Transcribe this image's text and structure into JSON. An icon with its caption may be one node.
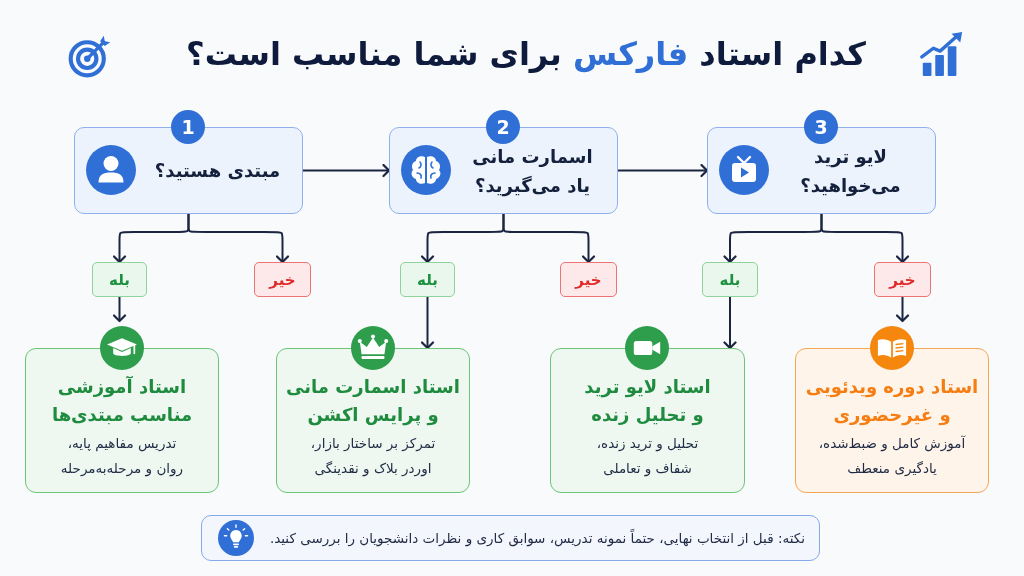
{
  "diagram": {
    "title": "کدام استاد **فارکس** برای شما مناسب است؟",
    "nodes": [
      {
        "text": [
          "1",
          "مبتدی هستید؟"
        ]
      },
      {
        "text": [
          "2",
          "اسمارت مانی یاد می‌گیرید؟"
        ]
      },
      {
        "text": [
          "3",
          "لایو ترید می‌خواهید؟"
        ]
      },
      {
        "text": [
          "بله"
        ]
      },
      {
        "text": [
          "خیر"
        ]
      },
      {
        "text": [
          "بله"
        ]
      },
      {
        "text": [
          "خیر"
        ]
      },
      {
        "text": [
          "بله"
        ]
      },
      {
        "text": [
          "خیر"
        ]
      },
      {
        "text": [
          "استاد آموزشی مناسب مبتدی‌ها",
          "تدریس مفاهیم پایه، روان و مرحله‌به‌مرحله"
        ]
      },
      {
        "text": [
          "استاد اسمارت مانی و پرایس اکشن",
          "تمرکز بر ساختار بازار، اوردر بلاک و نقدینگی"
        ]
      },
      {
        "text": [
          "استاد لایو ترید و تحلیل زنده",
          "تحلیل و ترید زنده، شفاف و تعاملی"
        ]
      },
      {
        "text": [
          "استاد دوره ویدئویی و غیرحضوری",
          "آموزش کامل و ضبط‌شده، یادگیری منعطف"
        ]
      },
      {
        "text": [
          "نکته: قبل از انتخاب نهایی، حتماً نمونه تدریس، سوابق کاری و نظرات دانشجویان را بررسی کنید."
        ]
      }
    ],
    "edges": [
      {
        "from": 0,
        "to": 1,
        "arrow": "to"
      },
      {
        "from": 1,
        "to": 2,
        "arrow": "to"
      },
      {
        "from": 0,
        "to": 3,
        "arrow": "to"
      },
      {
        "from": 0,
        "to": 4,
        "arrow": "to"
      },
      {
        "from": 1,
        "to": 5,
        "arrow": "to"
      },
      {
        "from": 1,
        "to": 6,
        "arrow": "to"
      },
      {
        "from": 2,
        "to": 7,
        "arrow": "to"
      },
      {
        "from": 2,
        "to": 8,
        "arrow": "to"
      },
      {
        "from": 3,
        "to": 9,
        "arrow": "to"
      },
      {
        "from": 5,
        "to": 10,
        "arrow": "to"
      },
      {
        "from": 7,
        "to": 11,
        "arrow": "to"
      },
      {
        "from": 8,
        "to": 12,
        "arrow": "to"
      }
    ]
  }
}
